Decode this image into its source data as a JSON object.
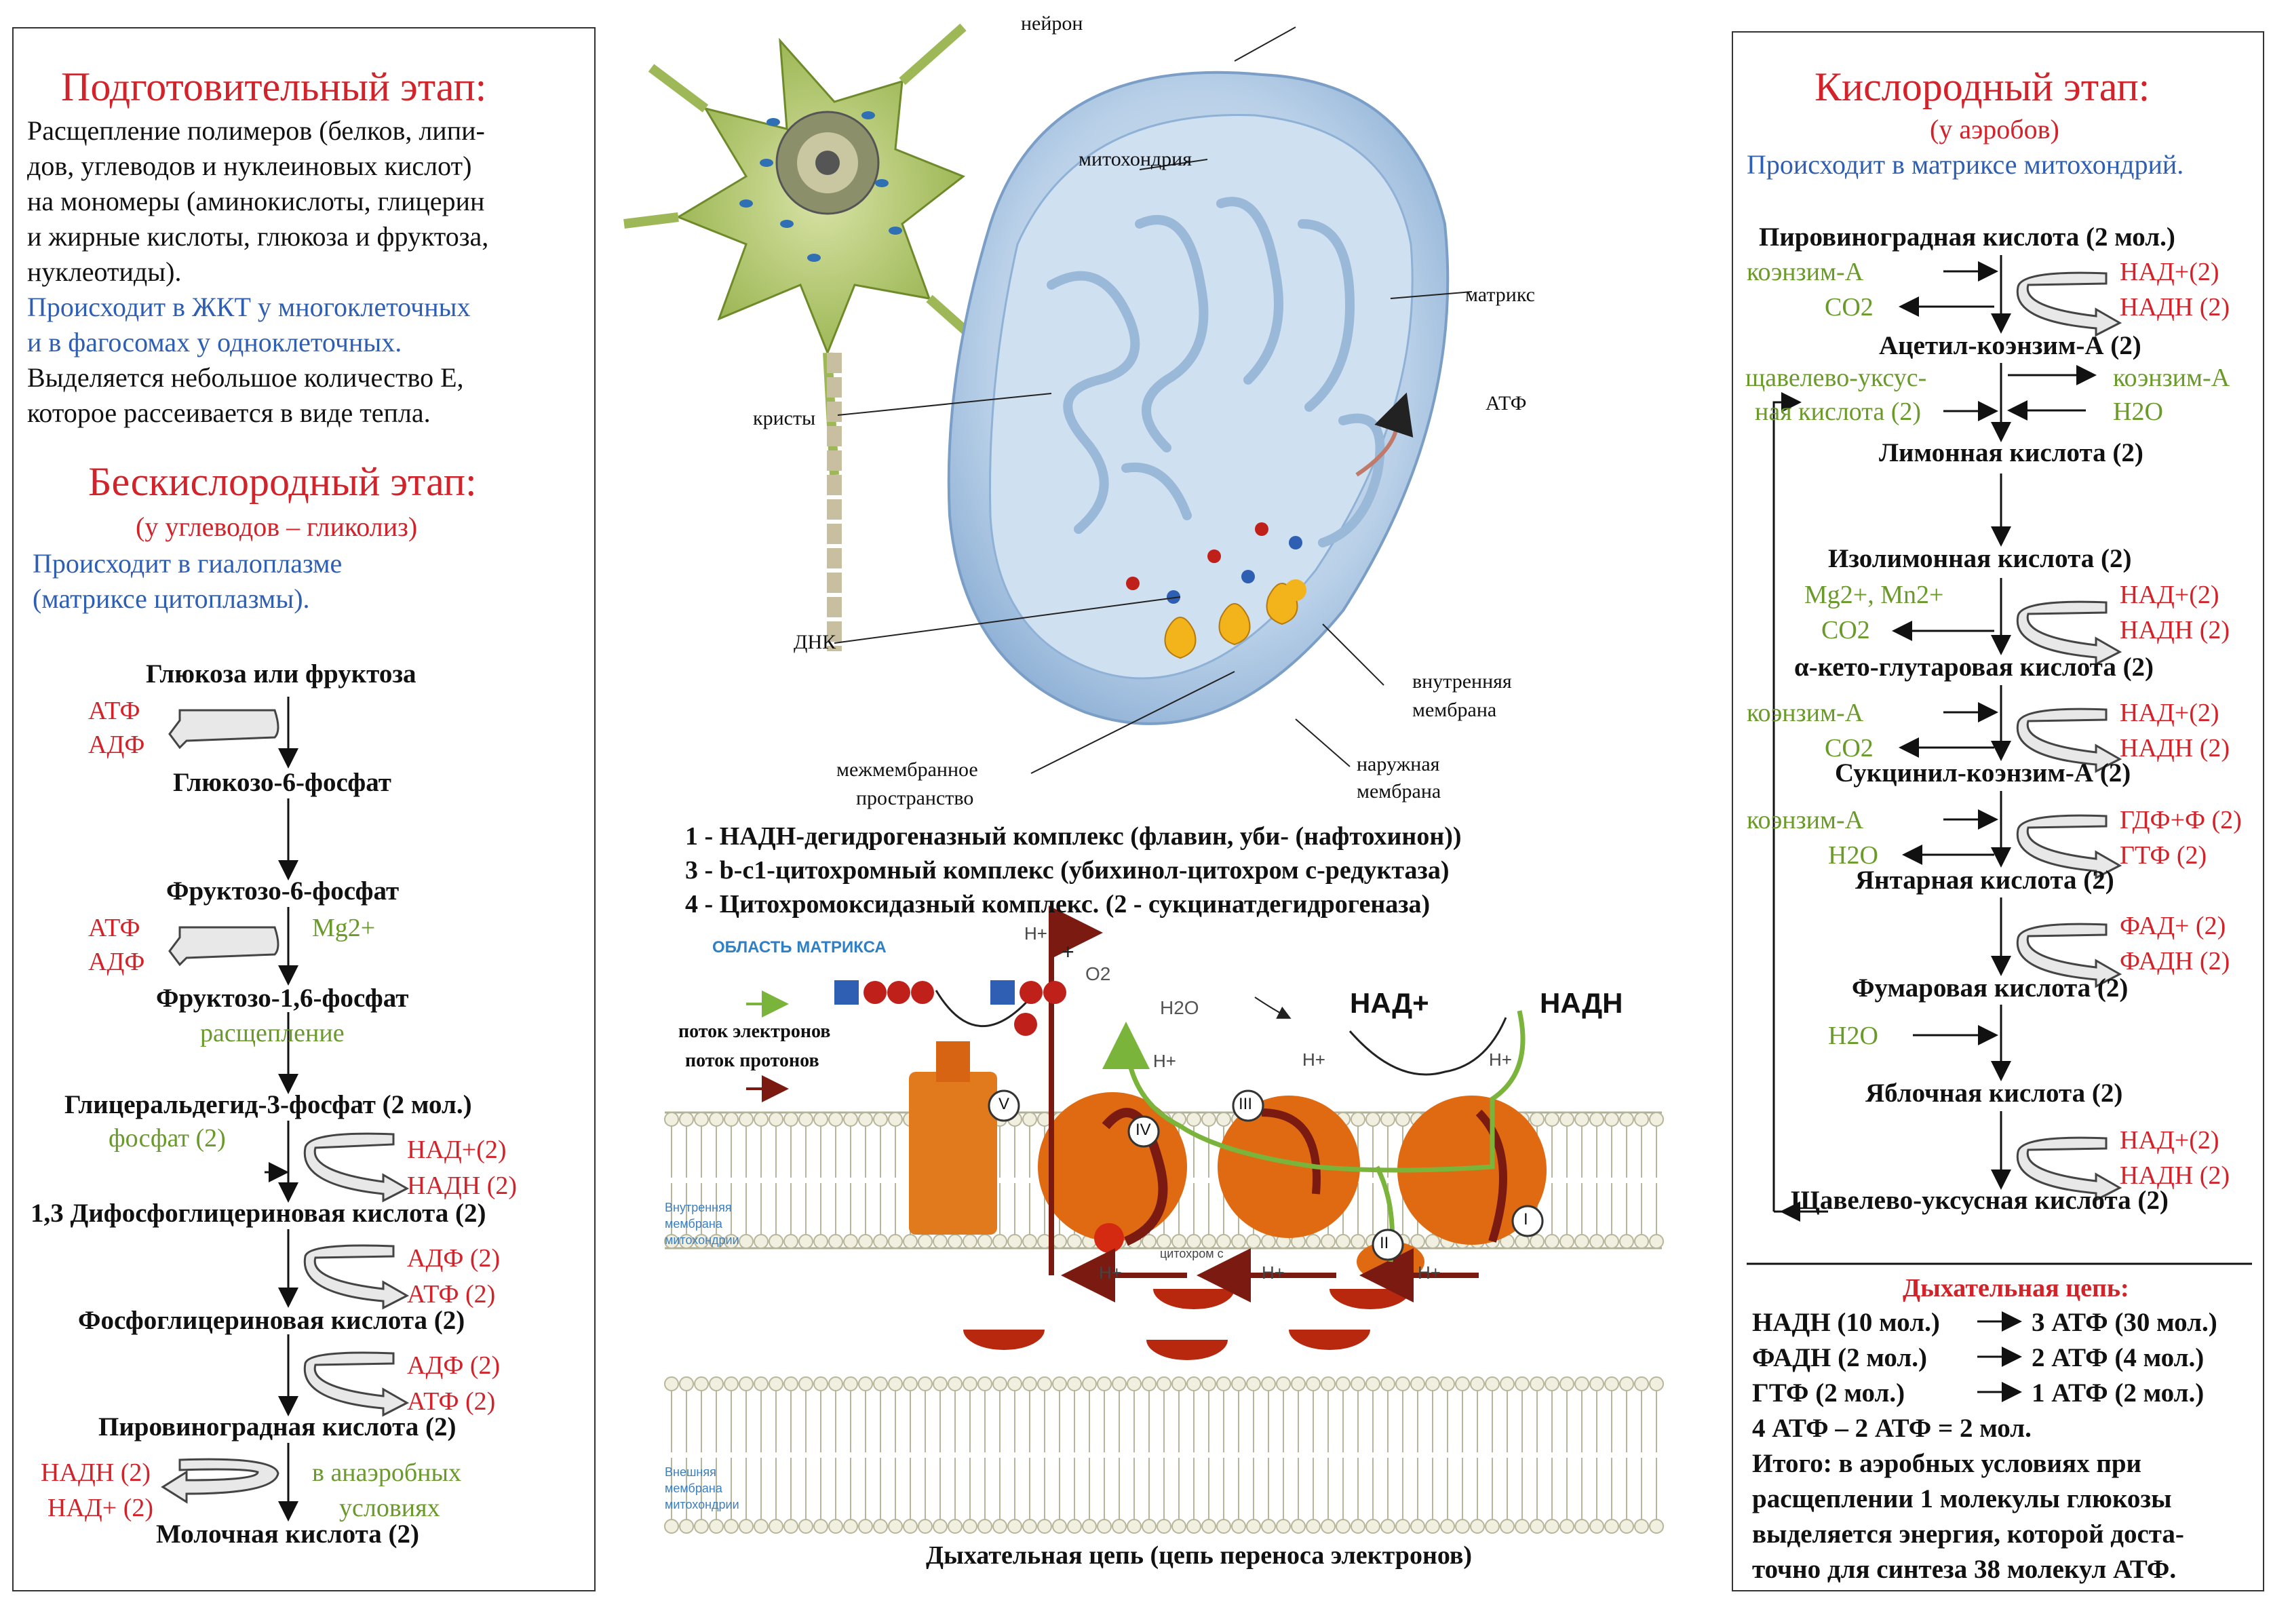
{
  "left": {
    "prep_title": "Подготовительный этап:",
    "prep_text": [
      "Расщепление полимеров  (белков, липи-",
      "дов, углеводов и нуклеиновых кислот)",
      "на мономеры (аминокислоты, глицерин",
      "и жирные кислоты, глюкоза и фруктоза,",
      "нуклеотиды)."
    ],
    "prep_where": [
      "Происходит в ЖКТ у многоклеточных",
      "и в фагосомах у одноклеточных."
    ],
    "prep_energy": [
      "Выделяется небольшое количество Е,",
      "которое рассеивается в виде тепла."
    ],
    "anaer_title": "Бескислородный этап:",
    "anaer_sub": "(у углеводов – гликолиз)",
    "anaer_where": [
      "Происходит в гиалоплазме",
      "(матриксе цитоплазмы)."
    ],
    "steps": [
      "Глюкоза или фруктоза",
      "Глюкозо-6-фосфат",
      "Фруктозо-6-фосфат",
      "Фруктозо-1,6-фосфат",
      "Глицеральдегид-3-фосфат (2 мол.)",
      "1,3 Дифосфоглицериновая кислота (2)",
      "Фосфоглицериновая кислота (2)",
      "Пировиноградная кислота (2)",
      "Молочная кислота (2)"
    ],
    "side": {
      "atf1": "АТФ",
      "adf1": "АДФ",
      "atf2": "АТФ",
      "adf2": "АДФ",
      "mg": "Mg2+",
      "split": "расщепление",
      "phos": "фосфат (2)",
      "nad1": "НАД+(2)",
      "nadh1": "НАДН (2)",
      "adf3": "АДФ (2)",
      "atf3": "АТФ (2)",
      "adf4": "АДФ (2)",
      "atf4": "АТФ (2)",
      "nadh2": "НАДН (2)",
      "nad2": "НАД+ (2)",
      "anaer1": "в анаэробных",
      "anaer2": "условиях"
    }
  },
  "center": {
    "labels": {
      "neuron": "нейрон",
      "mito": "митохондрия",
      "matrix": "матрикс",
      "cristae": "кристы",
      "atf": "АТФ",
      "dna": "ДНК",
      "inner1": "внутренняя",
      "inner2": "мембрана",
      "inter1": "межмембранное",
      "inter2": "пространство",
      "outer1": "наружная",
      "outer2": "мембрана"
    },
    "complexes": [
      "1 - НАДН-дегидрогеназный комплекс (флавин, уби- (нафтохинон))",
      "3 - b-c1-цитохромный комплекс (убихинол-цитохром с-редуктаза)",
      "4 - Цитохромоксидазный комплекс. (2 - сукцинатдегидрогеназа)"
    ],
    "matrix_area": "ОБЛАСТЬ МАТРИКСА",
    "flow_e": "поток электронов",
    "flow_p": "поток протонов",
    "nad": "НАД+",
    "nadh": "НАДН",
    "o2": "O2",
    "h2o": "H2O",
    "hplus": "H+",
    "plus": "+",
    "roman": [
      "V",
      "IV",
      "III",
      "II",
      "I"
    ],
    "cytc": "цитохром c",
    "inner_mem": [
      "Внутренняя",
      "мембрана",
      "митохондрии"
    ],
    "outer_mem": [
      "Внешняя",
      "мембрана",
      "митохондрии"
    ],
    "caption": "Дыхательная цепь (цепь переноса электронов)"
  },
  "right": {
    "title": "Кислородный этап:",
    "sub": "(у аэробов)",
    "where": "Происходит в матриксе митохондрий.",
    "steps": [
      "Пировиноградная кислота (2 мол.)",
      "Ацетил-коэнзим-А (2)",
      "Лимонная кислота (2)",
      "Изолимонная кислота (2)",
      "α-кето-глутаровая кислота (2)",
      "Сукцинил-коэнзим-А (2)",
      "Янтарная кислота (2)",
      "Фумаровая кислота (2)",
      "Яблочная кислота (2)",
      "Щавелево-уксусная кислота (2)"
    ],
    "side": {
      "coa1": "коэнзим-А",
      "co2a": "CO2",
      "nad1": "НАД+(2)",
      "nadh1": "НАДН (2)",
      "oxa1": "щавелево-уксус-",
      "oxa2": "ная кислота (2)",
      "coa2": "коэнзим-А",
      "h2o1": "H2O",
      "mg": "Mg2+, Mn2+",
      "co2b": "CO2",
      "nad2": "НАД+(2)",
      "nadh2": "НАДН (2)",
      "coa3": "коэнзим-А",
      "co2c": "CO2",
      "nad3": "НАД+(2)",
      "nadh3": "НАДН (2)",
      "coa4": "коэнзим-А",
      "h2o2": "H2O",
      "gdf": "ГДФ+Ф (2)",
      "gtf": "ГТФ (2)",
      "fad": "ФАД+ (2)",
      "fadh": "ФАДН (2)",
      "h2o3": "H2O",
      "nad4": "НАД+(2)",
      "nadh4": "НАДН (2)"
    },
    "chain_title": "Дыхательная цепь:",
    "chain": [
      {
        "a": "НАДН (10 мол.)",
        "b": "3 АТФ (30 мол.)"
      },
      {
        "a": "ФАДН (2 мол.)",
        "b": "2 АТФ (4 мол.)"
      },
      {
        "a": "ГТФ (2 мол.)",
        "b": "1 АТФ (2 мол.)"
      }
    ],
    "sum": "4 АТФ – 2 АТФ = 2 мол.",
    "total": [
      "Итого: в аэробных условиях при",
      "расщеплении 1 молекулы глюкозы",
      "выделяется энергия, которой доста-",
      "точно для синтеза 38 молекул АТФ."
    ]
  }
}
